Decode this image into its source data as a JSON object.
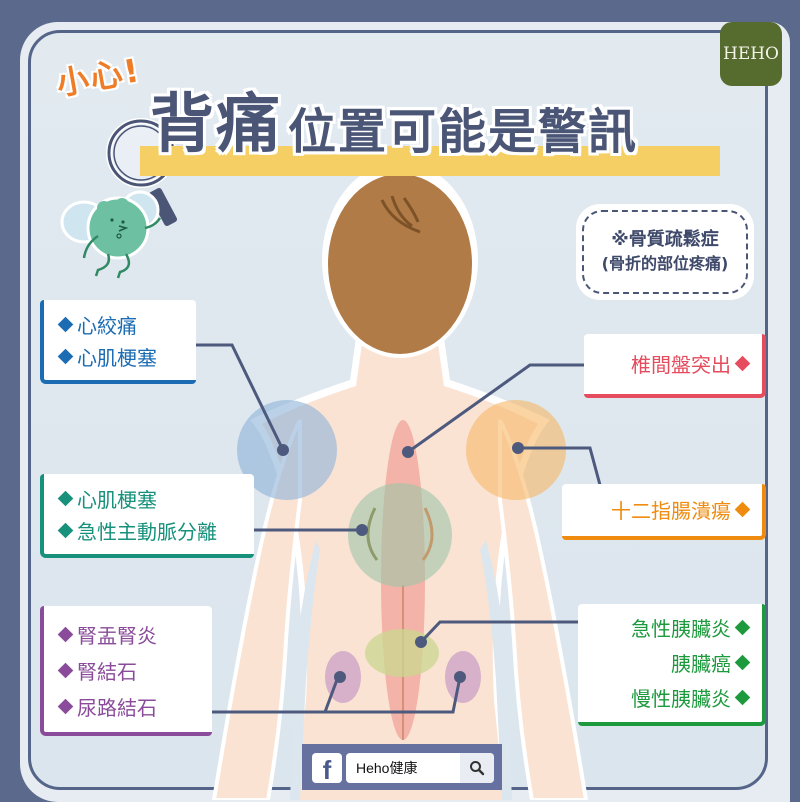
{
  "header": {
    "warning": "小心!",
    "title_bold": "背痛",
    "title_rest": "位置可能是警訊",
    "brand_logo": "HEHO"
  },
  "note": {
    "line1": "※骨質疏鬆症",
    "line2": "(骨折的部位疼痛)"
  },
  "callouts": {
    "upper_left": {
      "color": "#1b6cb3",
      "items": [
        "心絞痛",
        "心肌梗塞"
      ]
    },
    "middle_left": {
      "color": "#17917c",
      "items": [
        "心肌梗塞",
        "急性主動脈分離"
      ]
    },
    "lower_left": {
      "color": "#8a4c9a",
      "items": [
        "腎盂腎炎",
        "腎結石",
        "尿路結石"
      ]
    },
    "upper_right": {
      "color": "#e54c5e",
      "items": [
        "椎間盤突出"
      ]
    },
    "middle_right": {
      "color": "#ef8c0f",
      "items": [
        "十二指腸潰瘍"
      ]
    },
    "lower_right": {
      "color": "#1e9a3e",
      "items": [
        "急性胰臟炎",
        "胰臟癌",
        "慢性胰臟炎"
      ]
    }
  },
  "icons": {
    "bullet": "diamond-icon",
    "search": "magnifier-icon",
    "facebook": "facebook-icon",
    "mascot": "green-fluffy-mascot"
  },
  "footer": {
    "facebook_glyph": "f",
    "search_value": "Heho健康"
  },
  "colors": {
    "background": "#5b6a8c",
    "title": "#4b5677",
    "highlight": "#f6cf64",
    "warning": "#ef7c27",
    "brand": "#566b2e"
  }
}
